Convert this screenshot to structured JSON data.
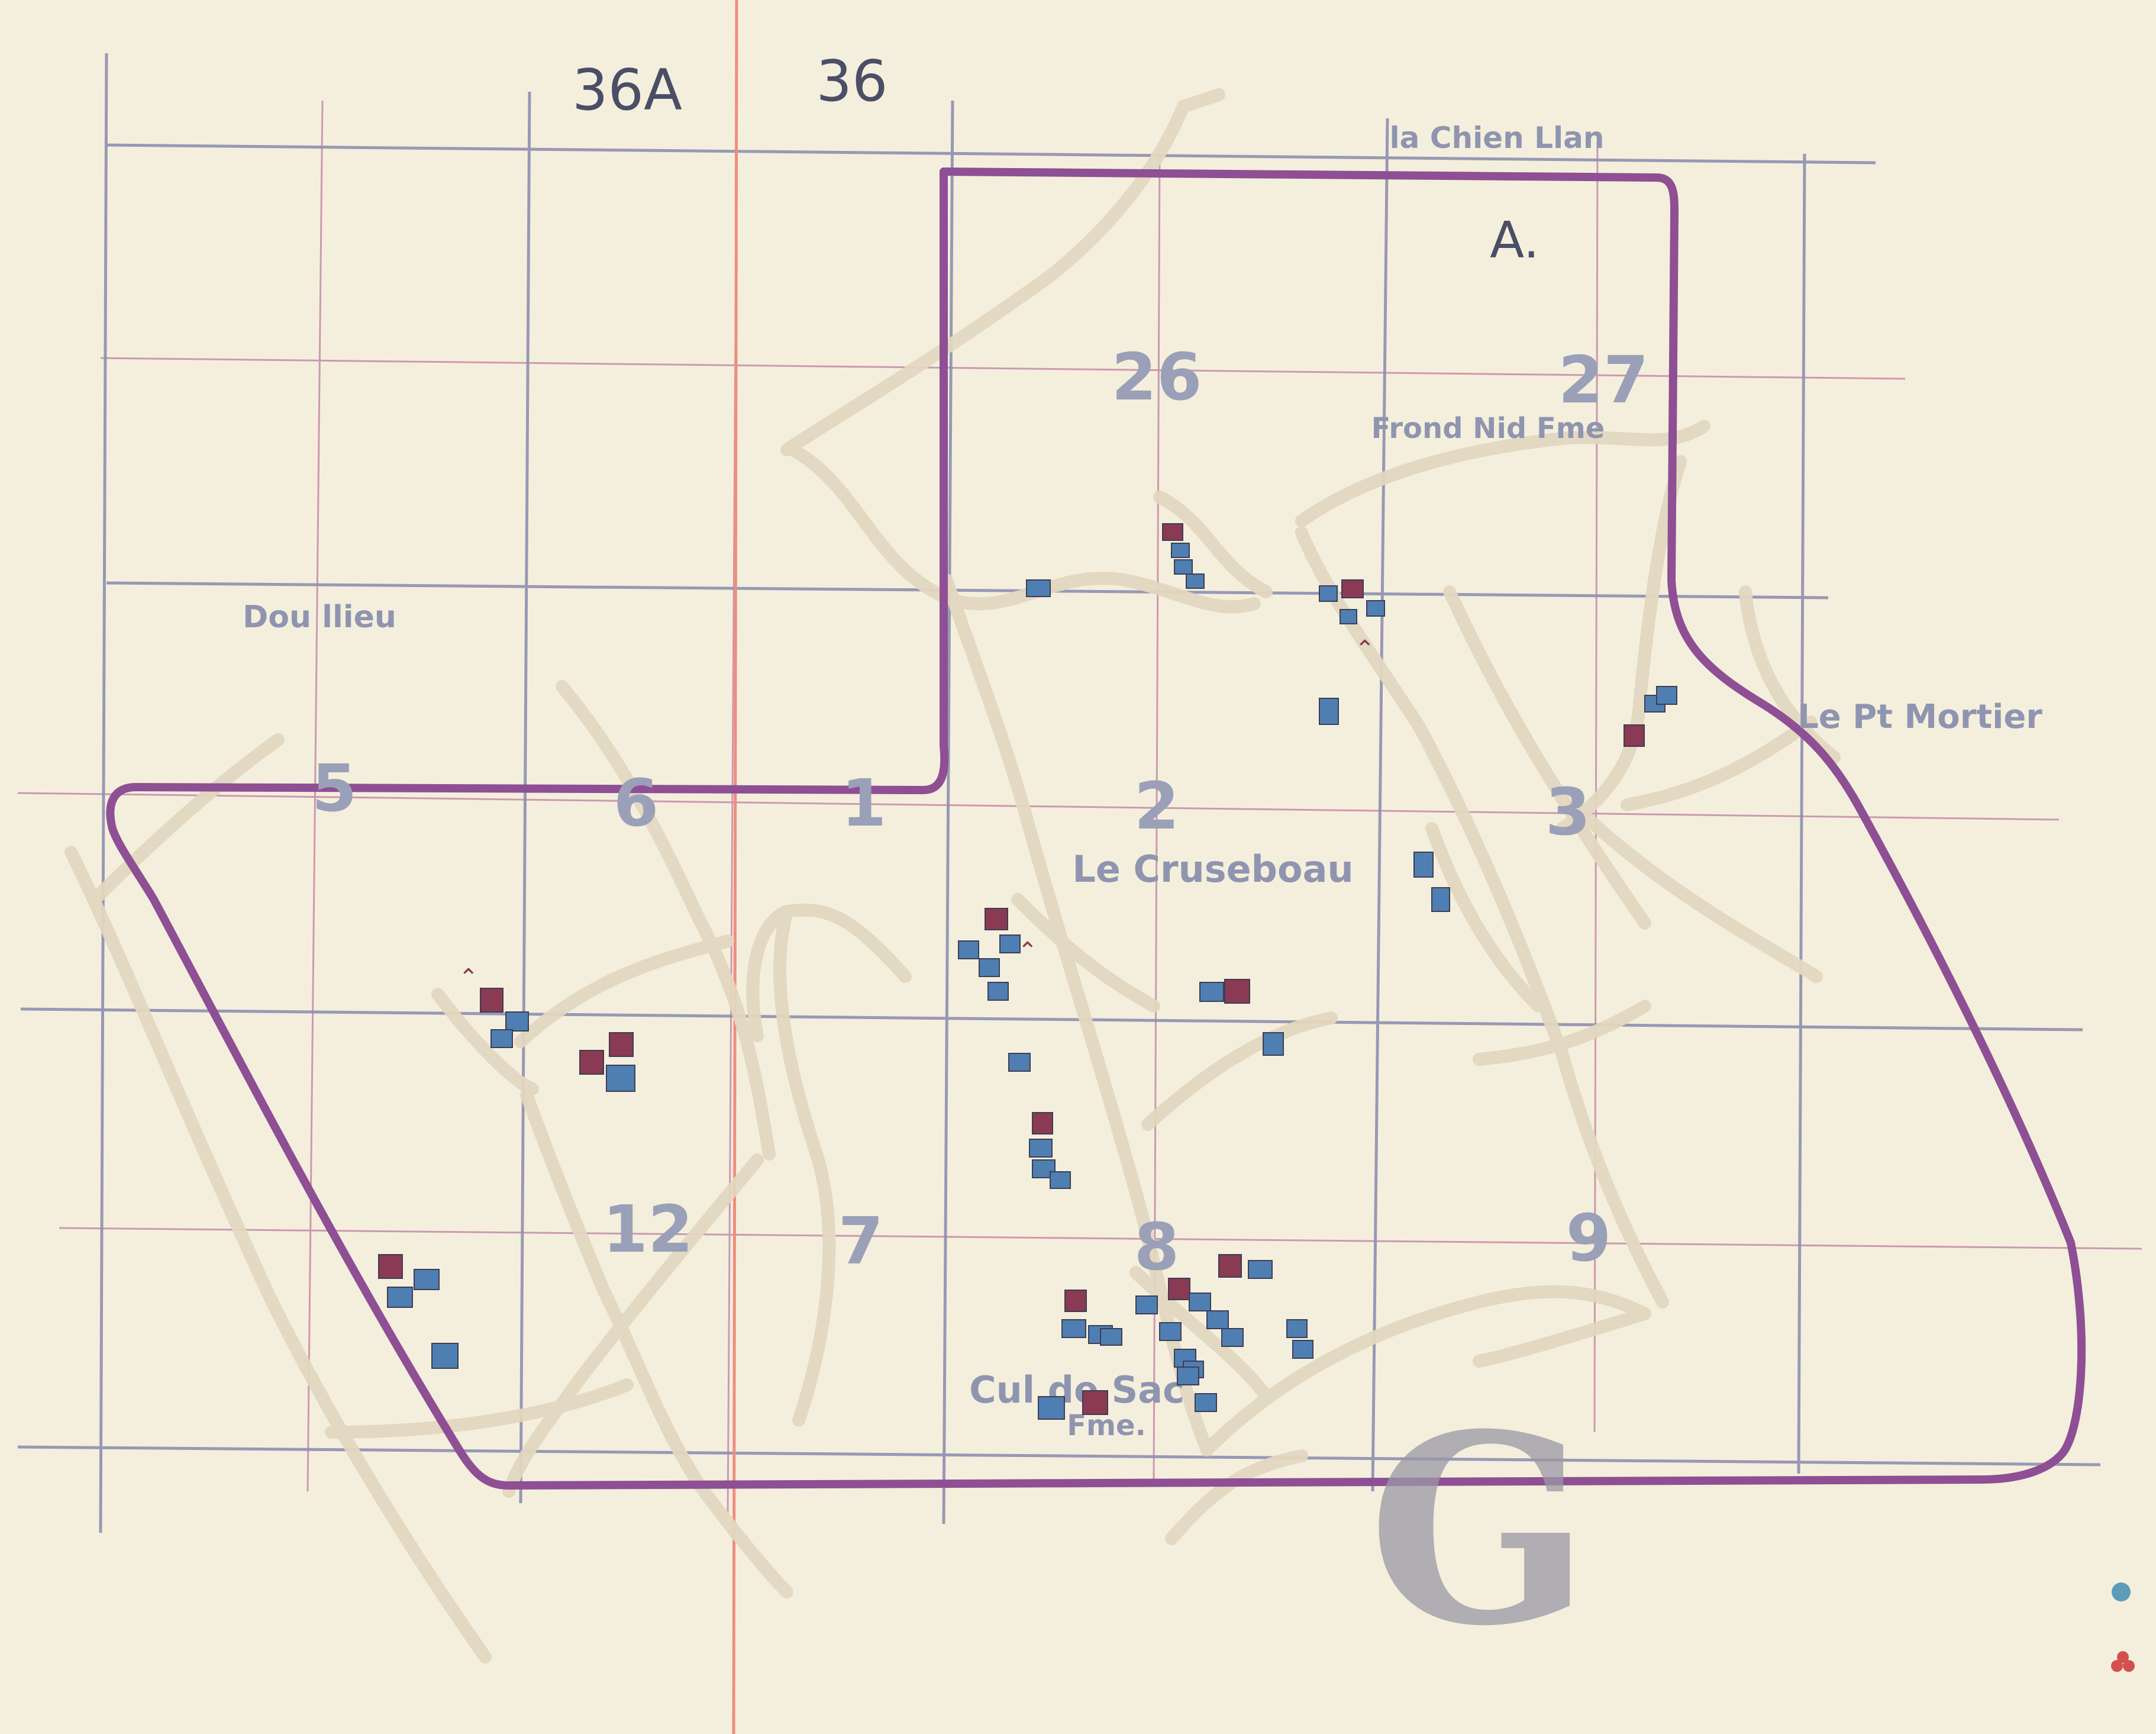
{
  "map": {
    "sheet_numbers": [
      "36A",
      "36"
    ],
    "sector_letter": "A.",
    "stamp_letter": "G",
    "squares": [
      "26",
      "27",
      "5",
      "6",
      "1",
      "2",
      "3",
      "12",
      "7",
      "8",
      "9"
    ],
    "places": {
      "la_chenillard": "la Chien Llan",
      "ferme": "Frond Nid Fme",
      "doullens": "Dou llieu",
      "le_pt_mortier": "Le Pt Mortier",
      "le_cruseboau": "Le Cruseboau",
      "cul_de_sac_fme_1": "Cul de Sac",
      "cul_de_sac_fme_2": "Fme."
    },
    "colors": {
      "paper": "#f4efdc",
      "boundary": "#8e4f94",
      "grid_major": "#8d8fb0",
      "grid_minor": "#c48aaa",
      "sheet_line": "#ef8d7f",
      "roads": "#e3d7c0",
      "marker_red": "#8a3a52",
      "marker_blue": "#4f7fb2",
      "label_grey": "#9aa0b8",
      "stamp": "#9a98a6"
    }
  }
}
